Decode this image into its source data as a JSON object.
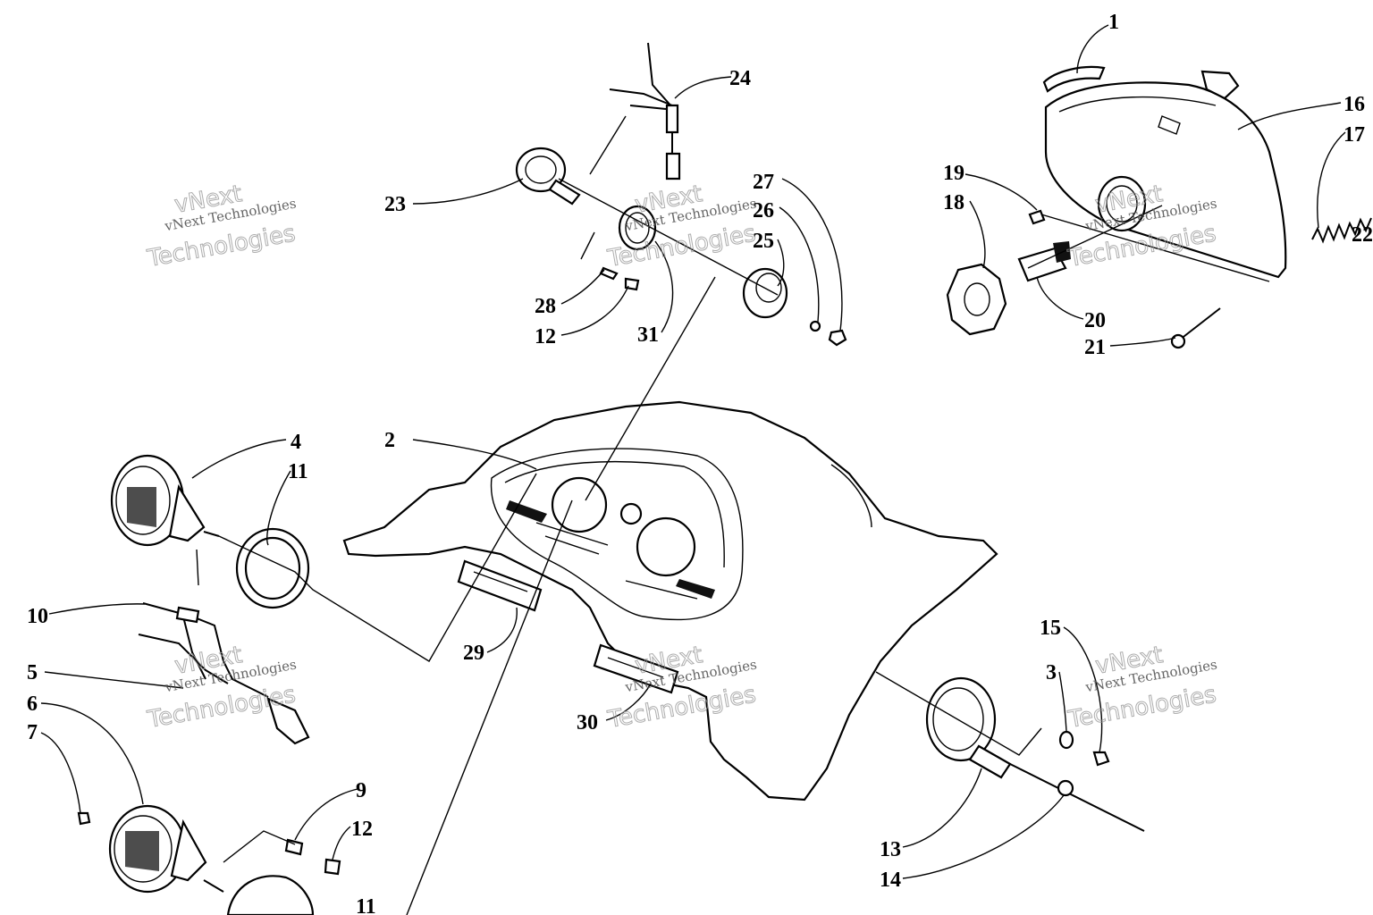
{
  "diagram": {
    "callouts": [
      "1",
      "2",
      "3",
      "4",
      "5",
      "6",
      "7",
      "9",
      "10",
      "11",
      "11",
      "12",
      "12",
      "13",
      "14",
      "15",
      "16",
      "17",
      "18",
      "19",
      "20",
      "21",
      "22",
      "23",
      "24",
      "25",
      "26",
      "27",
      "28",
      "29",
      "30",
      "31"
    ],
    "watermark": {
      "small": "vNext Technologies",
      "large_line1": "vNext",
      "large_line2": "Technologies"
    },
    "colors": {
      "ink": "#000000",
      "paper": "#ffffff",
      "watermark": "#999999"
    }
  }
}
